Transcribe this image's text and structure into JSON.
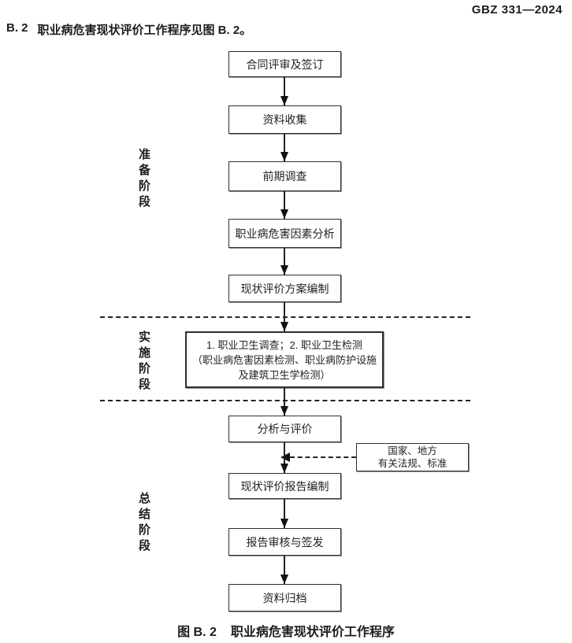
{
  "header": {
    "doc_number": "GBZ 331—2024",
    "clause_number": "B. 2",
    "clause_text": "职业病危害现状评价工作程序见图 B. 2。"
  },
  "stages": {
    "preparation": "准备阶段",
    "implementation": "实施阶段",
    "summary": "总结阶段"
  },
  "nodes": {
    "contract_review": "合同评审及签订",
    "data_collection": "资料收集",
    "preliminary_survey": "前期调查",
    "hazard_factor_analysis": "职业病危害因素分析",
    "evaluation_plan": "现状评价方案编制",
    "survey_testing_line1": "1. 职业卫生调查；2. 职业卫生检测",
    "survey_testing_line2": "（职业病危害因素检测、职业病防护设施",
    "survey_testing_line3": "及建筑卫生学检测）",
    "analysis_evaluation": "分析与评价",
    "report_compilation": "现状评价报告编制",
    "report_review": "报告审核与签发",
    "archiving": "资料归档",
    "regulations_line1": "国家、地方",
    "regulations_line2": "有关法规、标准"
  },
  "caption": {
    "label": "图 B. 2",
    "title": "职业病危害现状评价工作程序"
  }
}
